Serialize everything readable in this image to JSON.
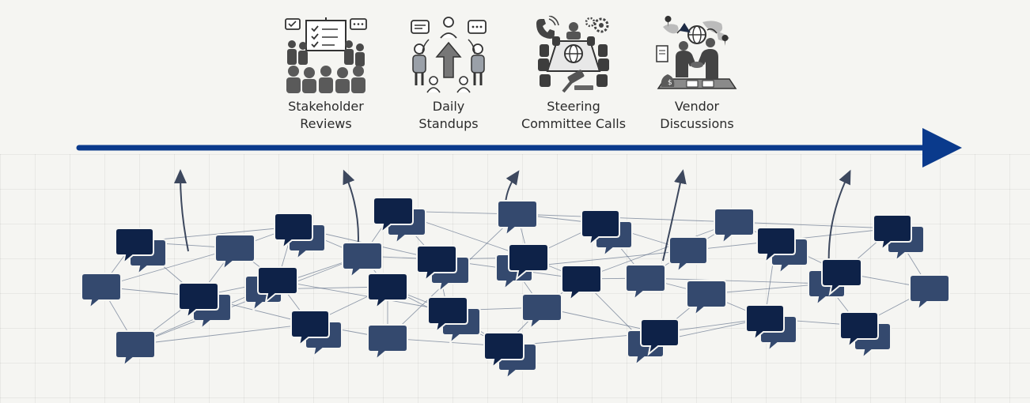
{
  "stages": [
    {
      "id": "stakeholder",
      "line1": "Stakeholder",
      "line2": "Reviews",
      "icon": "stakeholder-meeting-icon"
    },
    {
      "id": "standups",
      "line1": "Daily",
      "line2": "Standups",
      "icon": "daily-standup-icon"
    },
    {
      "id": "steering",
      "line1": "Steering",
      "line2": "Committee Calls",
      "icon": "steering-committee-icon"
    },
    {
      "id": "vendor",
      "line1": "Vendor",
      "line2": "Discussions",
      "icon": "vendor-handshake-icon"
    }
  ],
  "colors": {
    "timeline": "#0a3a8c",
    "bubble_dark": "#0e2248",
    "bubble_mid": "#34496e",
    "network_line": "#5c6c86",
    "grid_bg": "#f5f5f2"
  }
}
